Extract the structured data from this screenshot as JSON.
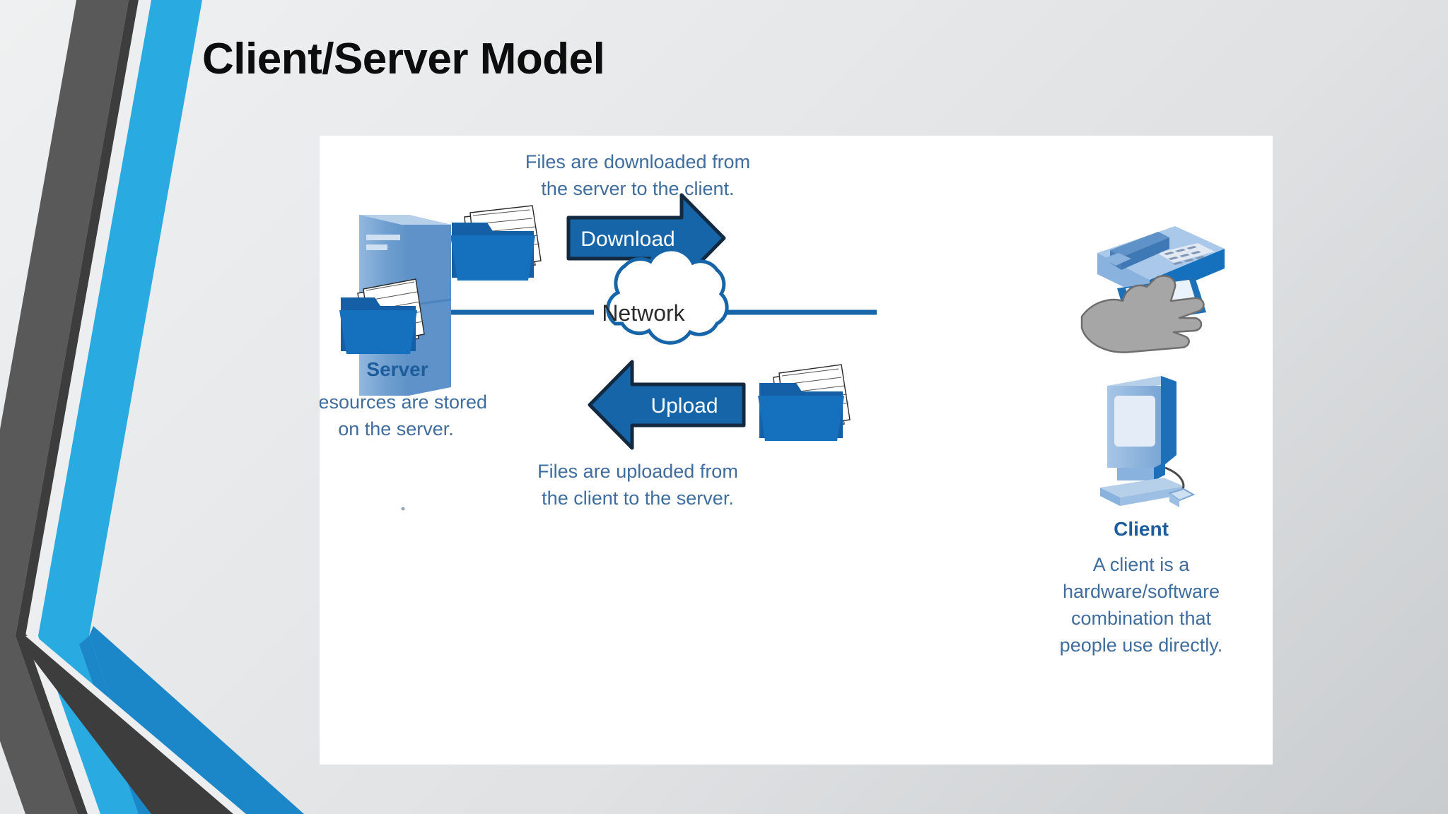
{
  "slide": {
    "title": "Client/Server Model",
    "background_start": "#eef0f1",
    "background_end": "#c9ccce"
  },
  "decoration": {
    "name": "chevron-accent-bar",
    "gray": "#595959",
    "gray_dark": "#3b3b3b",
    "blue": "#29ABE2",
    "blue_dark": "#1B87C9"
  },
  "diagram": {
    "panel_color": "#ffffff",
    "accent_blue": "#1565A8",
    "line_color": "#1565A8",
    "caption_color": "#3f6d9e",
    "top_caption": {
      "line1": "Files are downloaded from",
      "line2": "the server to the client."
    },
    "bottom_caption": {
      "line1": "Files are uploaded from",
      "line2": "the client to the server."
    },
    "download_arrow_label": "Download",
    "upload_arrow_label": "Upload",
    "cloud_label": "Network",
    "server": {
      "label": "Server",
      "desc_line1": "Resources are stored",
      "desc_line2": "on the server."
    },
    "client": {
      "label": "Client",
      "desc_line1": "A client is a",
      "desc_line2": "hardware/software",
      "desc_line3": "combination that",
      "desc_line4": "people use directly."
    },
    "icons": {
      "folder": "folder-with-documents-icon",
      "server_tower": "server-tower-icon",
      "network_cloud": "network-cloud-icon",
      "telephone": "desk-telephone-icon",
      "handheld": "hand-holding-pda-icon",
      "desktop": "desktop-computer-icon",
      "download_arrow": "arrow-right-icon",
      "upload_arrow": "arrow-left-icon"
    }
  }
}
